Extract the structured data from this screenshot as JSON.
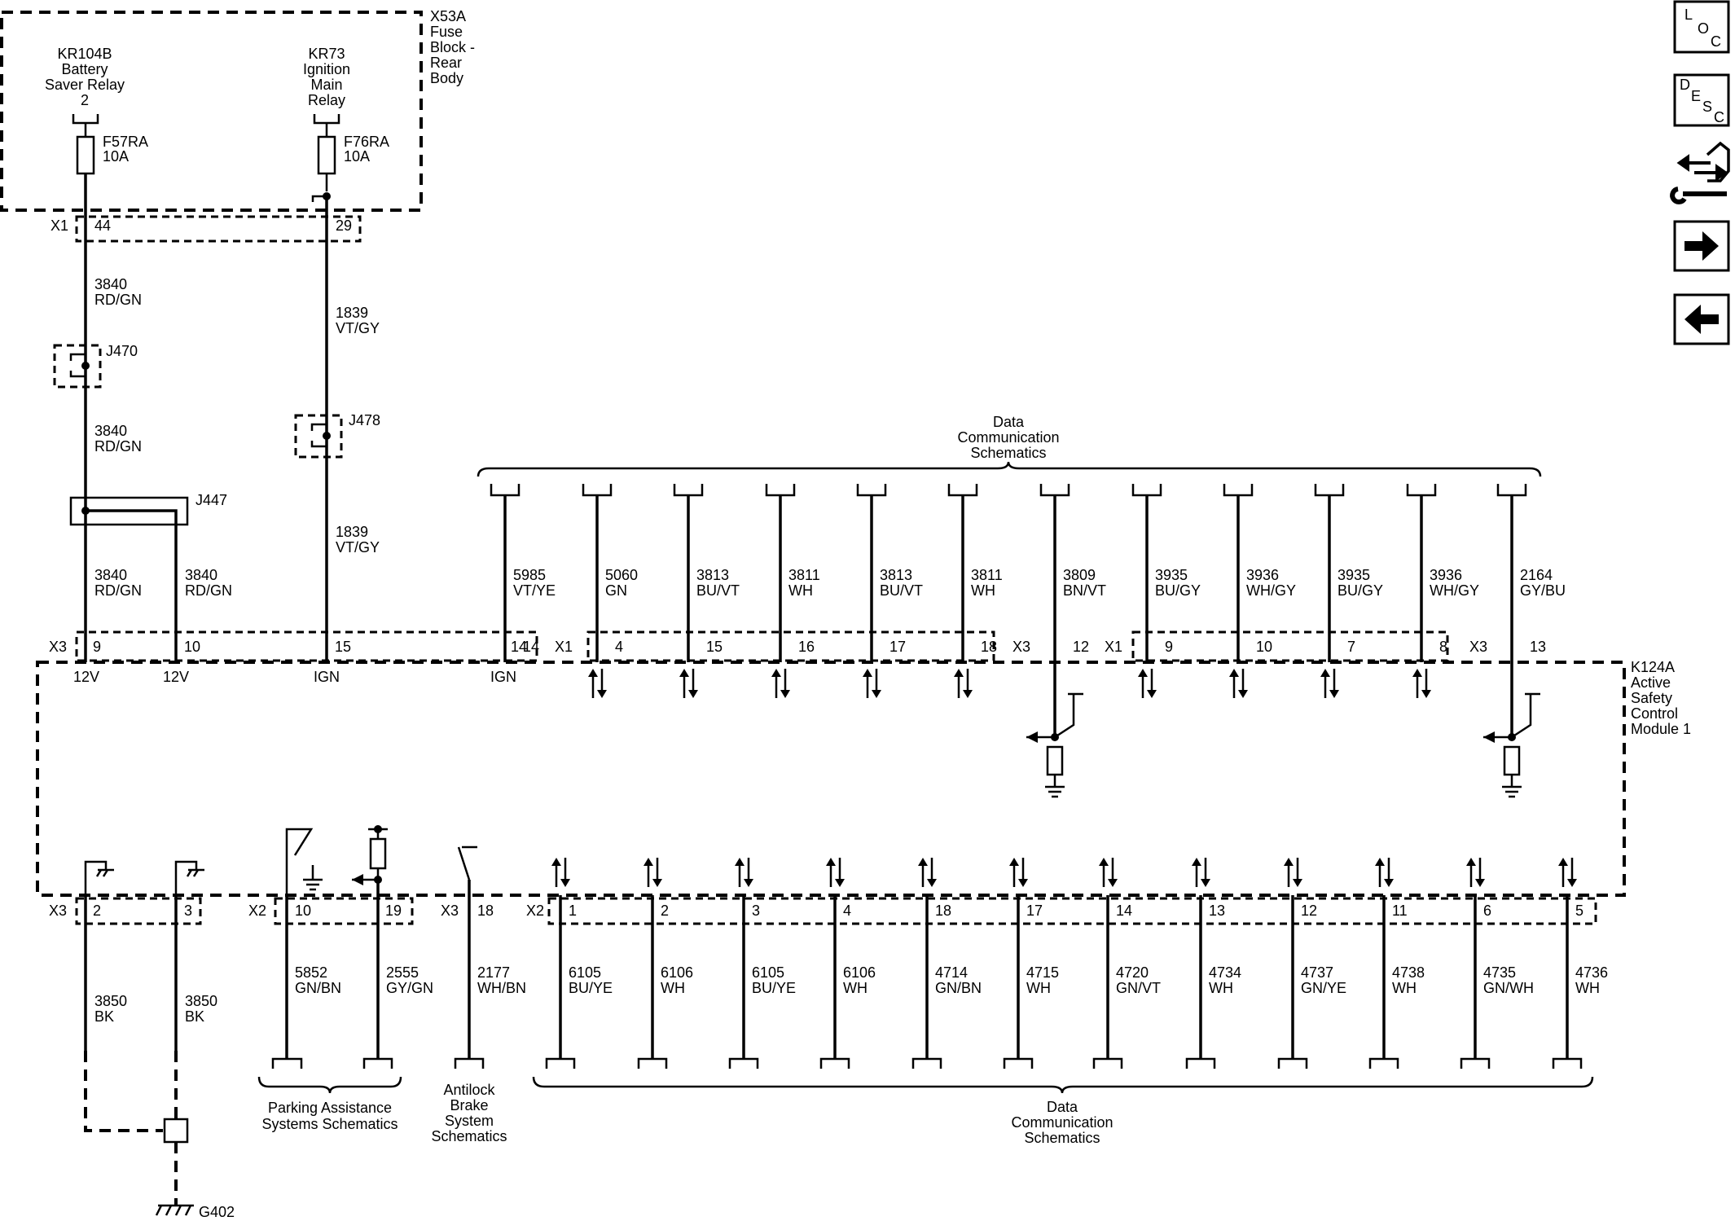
{
  "fuse_block": {
    "id": "X53A",
    "name_lines": [
      "Fuse",
      "Block -",
      "Rear",
      "Body"
    ],
    "relays": [
      {
        "id": "KR104B",
        "name_lines": [
          "Battery",
          "Saver Relay"
        ],
        "pin": "2",
        "fuse": "F57RA",
        "rating": "10A"
      },
      {
        "id": "KR73",
        "name_lines": [
          "Ignition",
          "Main",
          "Relay"
        ],
        "pin": "",
        "fuse": "F76RA",
        "rating": "10A"
      }
    ],
    "connector": "X1",
    "pins": [
      "44",
      "29"
    ]
  },
  "splices": [
    "J470",
    "J478",
    "J447"
  ],
  "wires_left": {
    "w3840_code": "3840",
    "w3840_color": "RD/GN",
    "w1839_code": "1839",
    "w1839_color": "VT/GY"
  },
  "module": {
    "id": "K124A",
    "name_lines": [
      "Active",
      "Safety",
      "Control",
      "Module 1"
    ],
    "power_pins": [
      {
        "conn": "X3",
        "pin": "9",
        "label": "12V"
      },
      {
        "conn": "",
        "pin": "10",
        "label": "12V"
      },
      {
        "conn": "",
        "pin": "15",
        "label": "IGN"
      },
      {
        "conn": "",
        "pin": "14",
        "label": "IGN"
      }
    ]
  },
  "top_bus": {
    "label_lines": [
      "Data",
      "Communication",
      "Schematics"
    ],
    "wires": [
      {
        "code": "5985",
        "color": "VT/YE",
        "conn": "",
        "pin": "14"
      },
      {
        "code": "5060",
        "color": "GN",
        "conn": "X1",
        "pin": "4"
      },
      {
        "code": "3813",
        "color": "BU/VT",
        "conn": "",
        "pin": "15"
      },
      {
        "code": "3811",
        "color": "WH",
        "conn": "",
        "pin": "16"
      },
      {
        "code": "3813",
        "color": "BU/VT",
        "conn": "",
        "pin": "17"
      },
      {
        "code": "3811",
        "color": "WH",
        "conn": "",
        "pin": "18"
      },
      {
        "code": "3809",
        "color": "BN/VT",
        "conn": "X3",
        "pin": "12"
      },
      {
        "code": "3935",
        "color": "BU/GY",
        "conn": "X1",
        "pin": "9"
      },
      {
        "code": "3936",
        "color": "WH/GY",
        "conn": "",
        "pin": "10"
      },
      {
        "code": "3935",
        "color": "BU/GY",
        "conn": "",
        "pin": "7"
      },
      {
        "code": "3936",
        "color": "WH/GY",
        "conn": "",
        "pin": "8"
      },
      {
        "code": "2164",
        "color": "GY/BU",
        "conn": "X3",
        "pin": "13"
      }
    ]
  },
  "bottom": {
    "ground_wires": [
      {
        "conn": "X3",
        "pin": "2",
        "code": "3850",
        "color": "BK"
      },
      {
        "conn": "",
        "pin": "3",
        "code": "3850",
        "color": "BK"
      }
    ],
    "ground_id": "G402",
    "park_wires": [
      {
        "conn": "X2",
        "pin": "10",
        "code": "5852",
        "color": "GN/BN"
      },
      {
        "conn": "",
        "pin": "19",
        "code": "2555",
        "color": "GY/GN"
      }
    ],
    "park_label_lines": [
      "Parking Assistance",
      "Systems Schematics"
    ],
    "abs_wire": {
      "conn": "X3",
      "pin": "18",
      "code": "2177",
      "color": "WH/BN"
    },
    "abs_label_lines": [
      "Antilock",
      "Brake",
      "System",
      "Schematics"
    ],
    "data_wires": [
      {
        "conn": "X2",
        "pin": "1",
        "code": "6105",
        "color": "BU/YE"
      },
      {
        "conn": "",
        "pin": "2",
        "code": "6106",
        "color": "WH"
      },
      {
        "conn": "",
        "pin": "3",
        "code": "6105",
        "color": "BU/YE"
      },
      {
        "conn": "",
        "pin": "4",
        "code": "6106",
        "color": "WH"
      },
      {
        "conn": "",
        "pin": "18",
        "code": "4714",
        "color": "GN/BN"
      },
      {
        "conn": "",
        "pin": "17",
        "code": "4715",
        "color": "WH"
      },
      {
        "conn": "",
        "pin": "14",
        "code": "4720",
        "color": "GN/VT"
      },
      {
        "conn": "",
        "pin": "13",
        "code": "4734",
        "color": "WH"
      },
      {
        "conn": "",
        "pin": "12",
        "code": "4737",
        "color": "GN/YE"
      },
      {
        "conn": "",
        "pin": "11",
        "code": "4738",
        "color": "WH"
      },
      {
        "conn": "",
        "pin": "6",
        "code": "4735",
        "color": "GN/WH"
      },
      {
        "conn": "",
        "pin": "5",
        "code": "4736",
        "color": "WH"
      }
    ],
    "data_label_lines": [
      "Data",
      "Communication",
      "Schematics"
    ]
  },
  "nav": {
    "loc": [
      "L",
      "O",
      "C"
    ],
    "desc": [
      "D",
      "E",
      "S",
      "C"
    ],
    "icons": [
      "connector-wrench-icon",
      "arrow-right-icon",
      "arrow-left-icon"
    ]
  }
}
